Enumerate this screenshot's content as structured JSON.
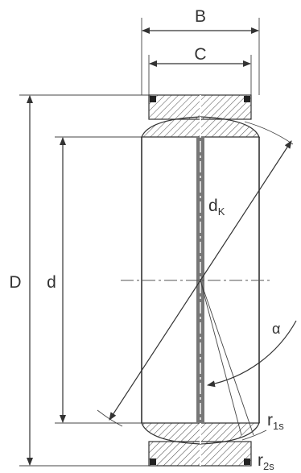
{
  "labels": {
    "B": "B",
    "C": "C",
    "D": "D",
    "d": "d",
    "dK_main": "d",
    "dK_sub": "K",
    "alpha": "α",
    "r1s_main": "r",
    "r1s_sub": "1s",
    "r2s_main": "r",
    "r2s_sub": "2s"
  },
  "colors": {
    "line": "#333333",
    "hatch": "#555555",
    "seal": "#222222",
    "groove": "#777777",
    "background": "#ffffff"
  }
}
